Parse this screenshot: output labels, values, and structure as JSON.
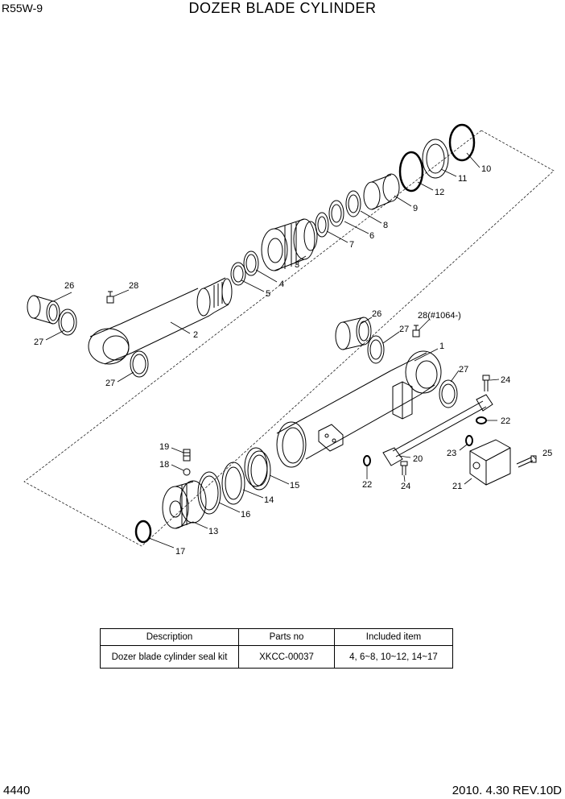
{
  "header": {
    "model": "R55W-9",
    "title": "DOZER BLADE CYLINDER"
  },
  "footer": {
    "page": "4440",
    "revision": "2010. 4.30  REV.10D"
  },
  "callouts": {
    "c1": "1",
    "c2": "2",
    "c3": "3",
    "c4": "4",
    "c5": "5",
    "c6": "6",
    "c7": "7",
    "c8": "8",
    "c9": "9",
    "c10": "10",
    "c11": "11",
    "c12": "12",
    "c13": "13",
    "c14": "14",
    "c15": "15",
    "c16": "16",
    "c17": "17",
    "c18": "18",
    "c19": "19",
    "c20": "20",
    "c21": "21",
    "c22a": "22",
    "c22b": "22",
    "c23": "23",
    "c24a": "24",
    "c24b": "24",
    "c25": "25",
    "c26a": "26",
    "c26b": "26",
    "c27a": "27",
    "c27b": "27",
    "c27c": "27",
    "c27d": "27",
    "c28a": "28",
    "c28b": "28(#1064-)"
  },
  "seal_kit_table": {
    "headers": [
      "Description",
      "Parts no",
      "Included item"
    ],
    "rows": [
      [
        "Dozer blade cylinder seal kit",
        "XKCC-00037",
        "4, 6~8, 10~12, 14~17"
      ]
    ]
  }
}
